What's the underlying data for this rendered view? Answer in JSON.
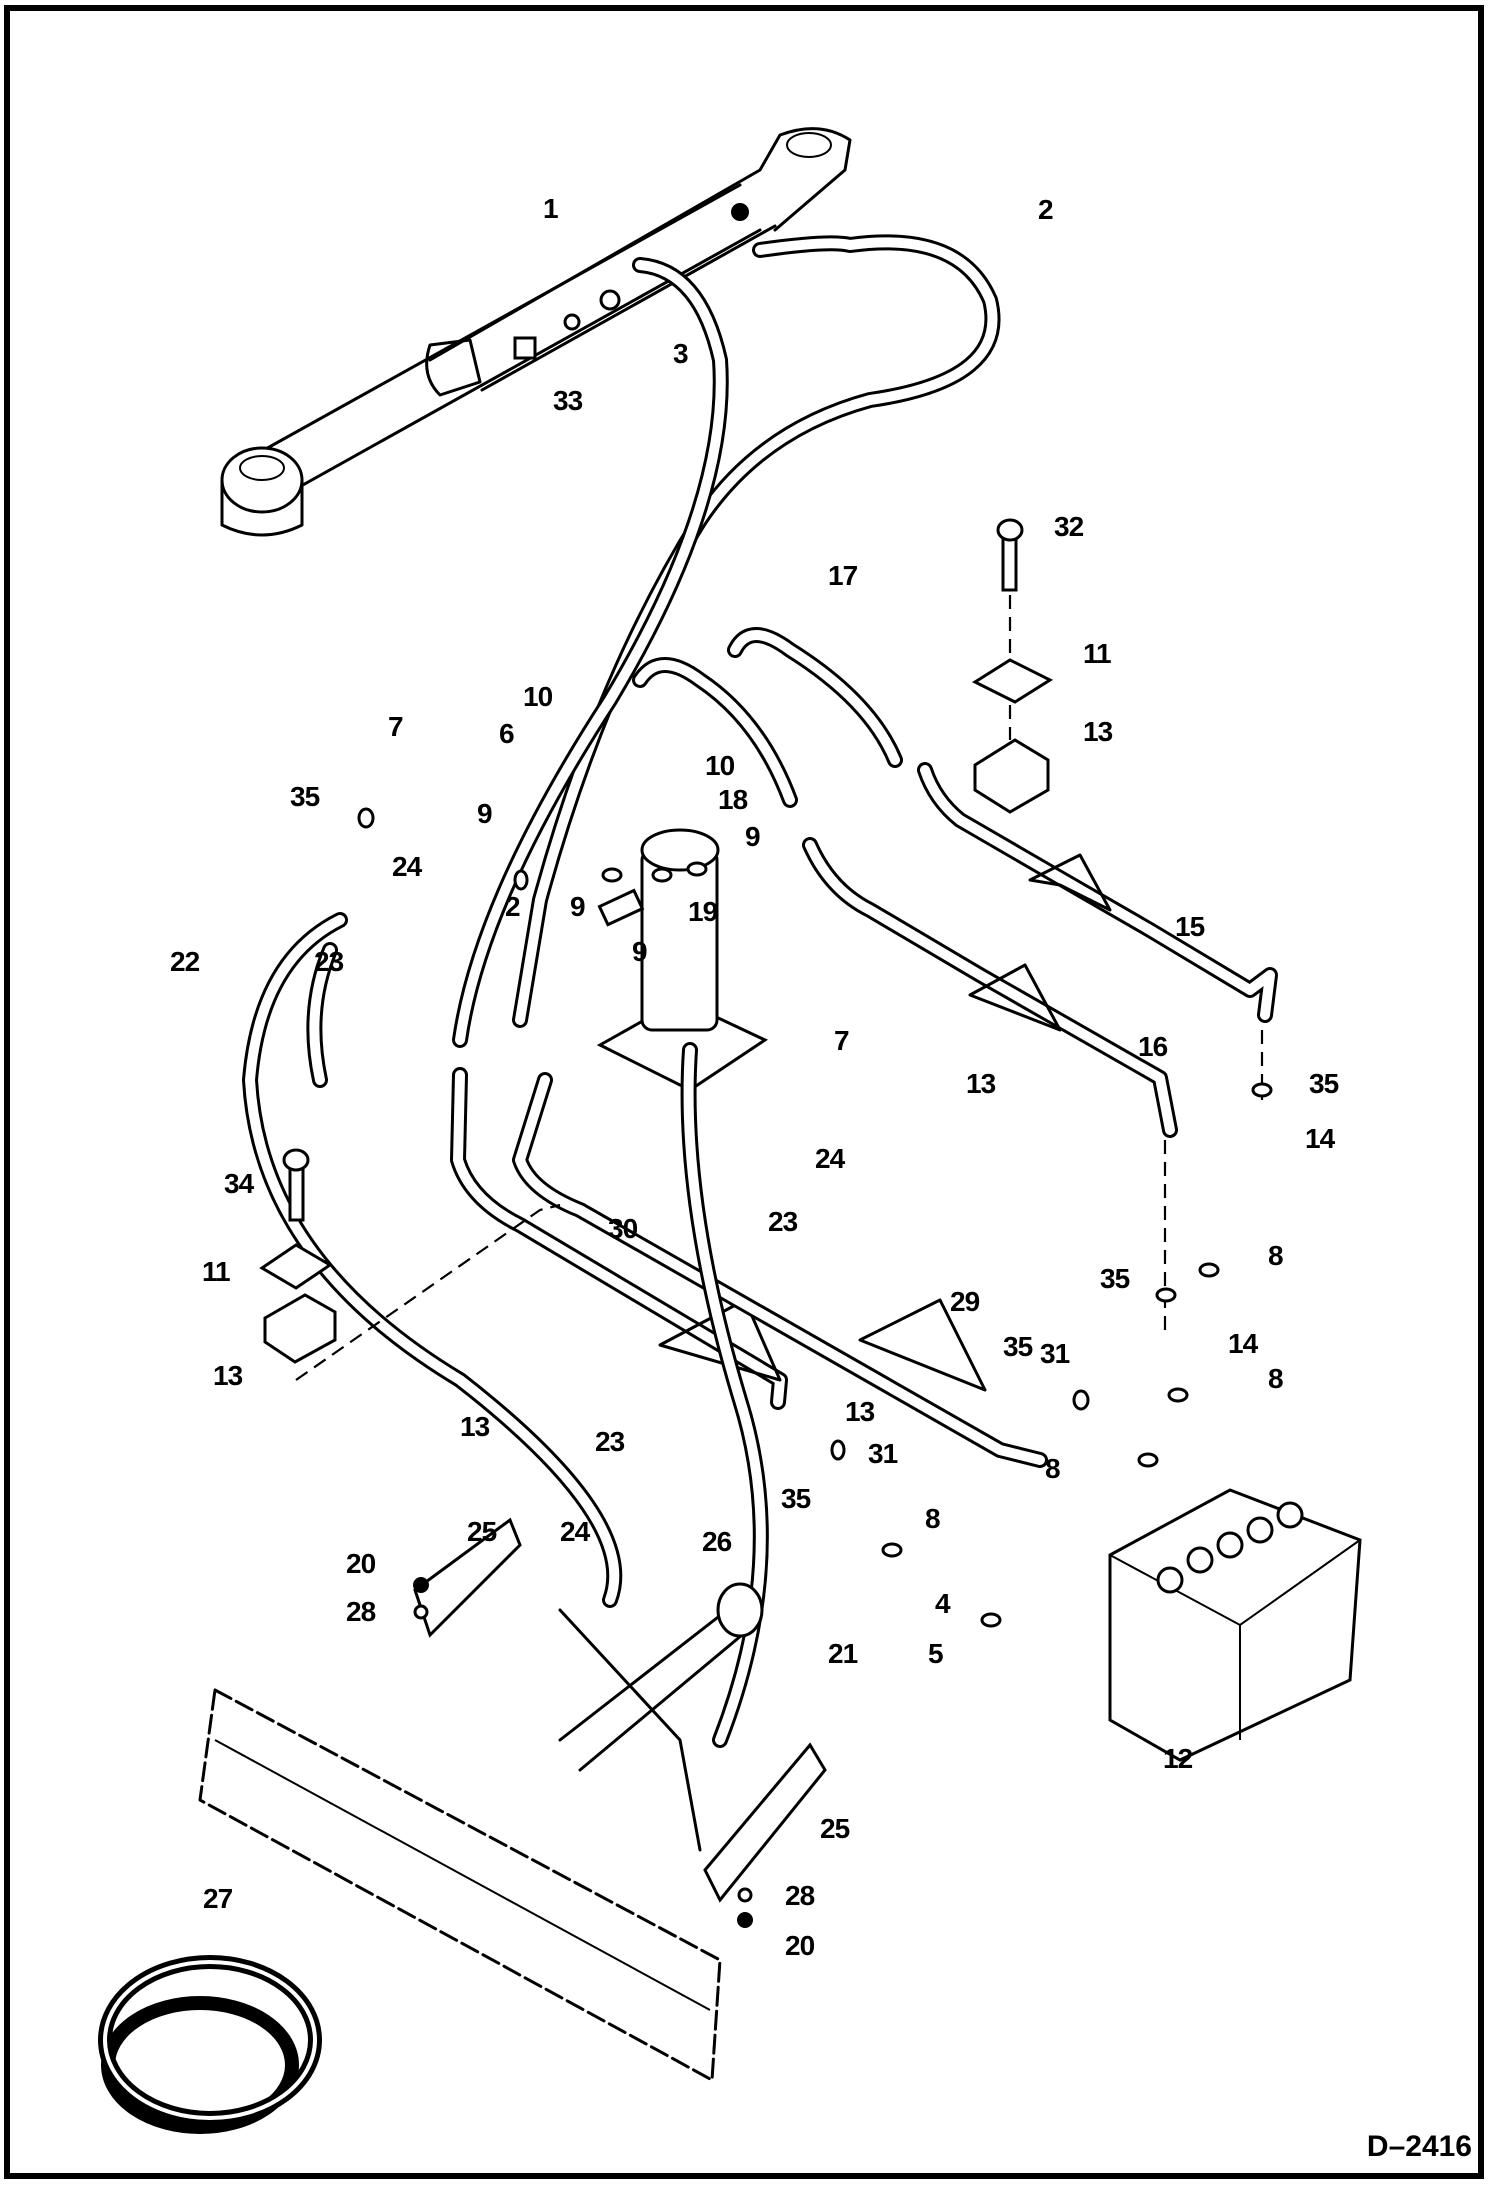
{
  "drawing": {
    "title": "Hydraulic circuit exploded parts view",
    "drawing_number": "D–2416"
  },
  "callouts": [
    {
      "id": "c1",
      "label": "1",
      "part": "hydraulic-cylinder"
    },
    {
      "id": "c2a",
      "label": "2",
      "part": "hose"
    },
    {
      "id": "c2b",
      "label": "2",
      "part": "hose"
    },
    {
      "id": "c3",
      "label": "3",
      "part": "hose"
    },
    {
      "id": "c33",
      "label": "33",
      "part": "fitting"
    },
    {
      "id": "c32",
      "label": "32",
      "part": "bolt"
    },
    {
      "id": "c11a",
      "label": "11",
      "part": "clamp-plate"
    },
    {
      "id": "c13a",
      "label": "13",
      "part": "clamp-block"
    },
    {
      "id": "c17",
      "label": "17",
      "part": "hose-pair"
    },
    {
      "id": "c10a",
      "label": "10",
      "part": "o-ring"
    },
    {
      "id": "c6",
      "label": "6",
      "part": "fitting-pair"
    },
    {
      "id": "c10b",
      "label": "10",
      "part": "o-ring"
    },
    {
      "id": "c7a",
      "label": "7",
      "part": "tee-fitting"
    },
    {
      "id": "c35a",
      "label": "35",
      "part": "o-ring"
    },
    {
      "id": "c24a",
      "label": "24",
      "part": "hose-clamp"
    },
    {
      "id": "c9a",
      "label": "9",
      "part": "o-ring"
    },
    {
      "id": "c18",
      "label": "18",
      "part": "plug"
    },
    {
      "id": "c9b",
      "label": "9",
      "part": "o-ring"
    },
    {
      "id": "c9c",
      "label": "9",
      "part": "o-ring-pair"
    },
    {
      "id": "c19",
      "label": "19",
      "part": "swivel"
    },
    {
      "id": "c22",
      "label": "22",
      "part": "hose"
    },
    {
      "id": "c23a",
      "label": "23",
      "part": "hose-guard"
    },
    {
      "id": "c9d",
      "label": "9",
      "part": "o-ring"
    },
    {
      "id": "c7b",
      "label": "7",
      "part": "tee-fitting"
    },
    {
      "id": "c15",
      "label": "15",
      "part": "tube"
    },
    {
      "id": "c16",
      "label": "16",
      "part": "tube"
    },
    {
      "id": "c13b",
      "label": "13",
      "part": "clamp-block-pair"
    },
    {
      "id": "c24b",
      "label": "24",
      "part": "hose-clamp"
    },
    {
      "id": "c23b",
      "label": "23",
      "part": "hose-guard"
    },
    {
      "id": "c35b",
      "label": "35",
      "part": "o-ring"
    },
    {
      "id": "c14a",
      "label": "14",
      "part": "adapter"
    },
    {
      "id": "c34",
      "label": "34",
      "part": "bolt"
    },
    {
      "id": "c11b",
      "label": "11",
      "part": "clamp-plate"
    },
    {
      "id": "c13c",
      "label": "13",
      "part": "clamp-block"
    },
    {
      "id": "c30",
      "label": "30",
      "part": "tube"
    },
    {
      "id": "c29",
      "label": "29",
      "part": "tube"
    },
    {
      "id": "c35c",
      "label": "35",
      "part": "o-ring"
    },
    {
      "id": "c8a",
      "label": "8",
      "part": "o-ring"
    },
    {
      "id": "c14b",
      "label": "14",
      "part": "adapter"
    },
    {
      "id": "c35d",
      "label": "35",
      "part": "o-ring"
    },
    {
      "id": "c31a",
      "label": "31",
      "part": "elbow"
    },
    {
      "id": "c8b",
      "label": "8",
      "part": "o-ring"
    },
    {
      "id": "c13d",
      "label": "13",
      "part": "clamp-block"
    },
    {
      "id": "c13e",
      "label": "13",
      "part": "clamp-block"
    },
    {
      "id": "c23c",
      "label": "23",
      "part": "hose-guard"
    },
    {
      "id": "c8c",
      "label": "8",
      "part": "o-ring"
    },
    {
      "id": "c31b",
      "label": "31",
      "part": "elbow"
    },
    {
      "id": "c35e",
      "label": "35",
      "part": "o-ring"
    },
    {
      "id": "c8d",
      "label": "8",
      "part": "o-ring"
    },
    {
      "id": "c25a",
      "label": "25",
      "part": "hose-guard-channel"
    },
    {
      "id": "c24c",
      "label": "24",
      "part": "hose-clamp"
    },
    {
      "id": "c26",
      "label": "26",
      "part": "blade-cylinder"
    },
    {
      "id": "c20a",
      "label": "20",
      "part": "nut"
    },
    {
      "id": "c28a",
      "label": "28",
      "part": "washer"
    },
    {
      "id": "c4",
      "label": "4",
      "part": "plug"
    },
    {
      "id": "c5",
      "label": "5",
      "part": "o-ring"
    },
    {
      "id": "c12",
      "label": "12",
      "part": "control-valve"
    },
    {
      "id": "c21",
      "label": "21",
      "part": "hose"
    },
    {
      "id": "c25b",
      "label": "25",
      "part": "hose-guard-channel"
    },
    {
      "id": "c28b",
      "label": "28",
      "part": "washer"
    },
    {
      "id": "c20b",
      "label": "20",
      "part": "nut"
    },
    {
      "id": "c27",
      "label": "27",
      "part": "hose-coil"
    }
  ]
}
